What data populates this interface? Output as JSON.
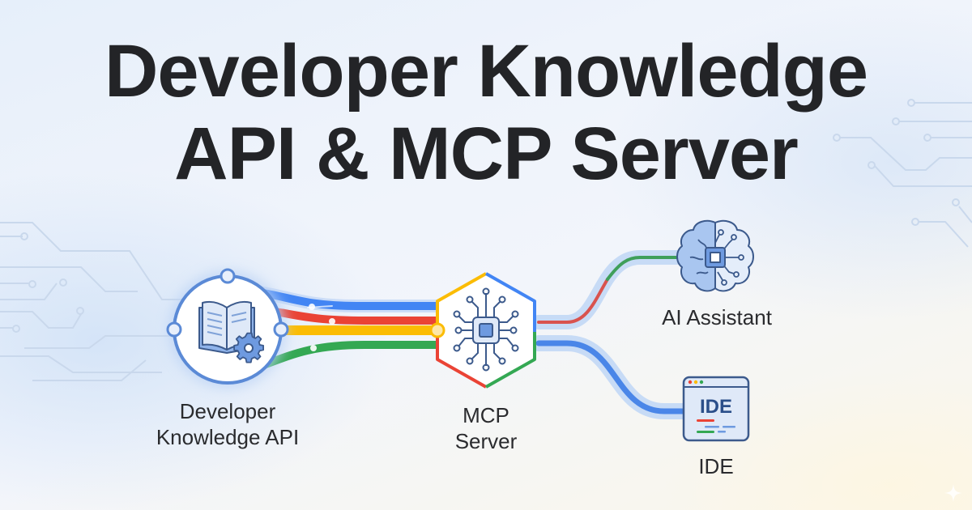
{
  "title": {
    "line1": "Developer Knowledge",
    "line2": "API & MCP Server"
  },
  "nodes": {
    "api": {
      "label_line1": "Developer",
      "label_line2": "Knowledge API",
      "icon": "book-gear-icon"
    },
    "mcp": {
      "label_line1": "MCP",
      "label_line2": "Server",
      "icon": "chip-icon"
    },
    "assistant": {
      "label": "AI Assistant",
      "icon": "brain-chip-icon"
    },
    "ide": {
      "label": "IDE",
      "window_text": "IDE",
      "icon": "ide-window-icon"
    }
  },
  "connections": [
    {
      "from": "Developer Knowledge API",
      "to": "MCP Server",
      "colors": [
        "#4285f4",
        "#ea4335",
        "#fbbc04",
        "#34a853"
      ]
    },
    {
      "from": "MCP Server",
      "to": "AI Assistant",
      "colors": [
        "#ea4335",
        "#34a853"
      ]
    },
    {
      "from": "MCP Server",
      "to": "IDE",
      "colors": [
        "#4285f4"
      ]
    }
  ],
  "colors": {
    "blue": "#4285f4",
    "red": "#ea4335",
    "yellow": "#fbbc04",
    "green": "#34a853",
    "icon_stroke": "#3c5a8c",
    "icon_fill": "#c6d9f5",
    "title": "#232427"
  }
}
